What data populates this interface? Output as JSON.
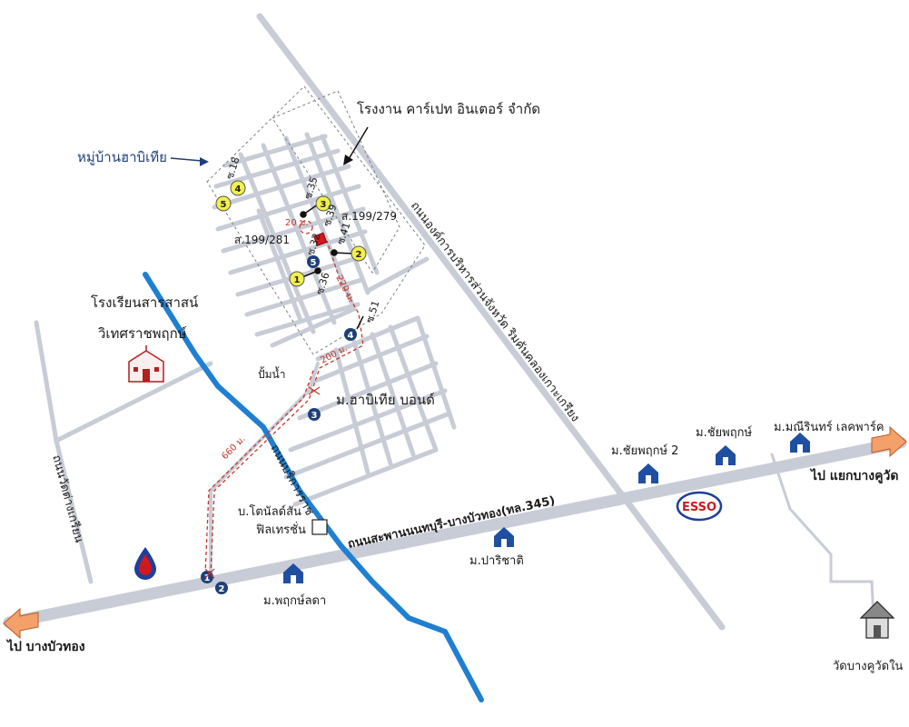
{
  "labels": {
    "factory": "โรงงาน คาร์เปท อินเตอร์ จำกัด",
    "village_habitia": "หมู่บ้านฮาบิเทีย",
    "school_line1": "โรงเรียนสารสาสน์",
    "school_line2": "วิเทศราชพฤกษ์",
    "habitia_bond": "ม.ฮาบิเทีย บอนด์",
    "pom_nam": "ปั้มน้ำ",
    "company_line1": "บ.โตนัลด์สัน",
    "company_line2": "ฟิลเทรชั่น",
    "chaiyapruek2": "ม.ชัยพฤกษ์ 2",
    "chaiyapruek": "ม.ชัยพฤกษ์",
    "manirin": "ม.มณีรินทร์ เลคพาร์ค",
    "parichat": "ม.ปาริชาติ",
    "pruklada": "ม.พฤกษ์ลดา",
    "temple": "วัดบางคูวัดใน",
    "to_bangbuathong": "ไป บางบัวทอง",
    "to_bangkuwat": "ไป แยกบางคูวัด",
    "esso": "ESSO"
  },
  "roads": {
    "main": "ถนนสะพานนนทบุรี-บางบัวทอง(ทล.345)",
    "provincial": "ถนนองค์การบริหารส่วนจังหวัด ริมคันคลองเกาะเกรียง",
    "wat_prakiang": "ถนนวัดต่างเกรียน",
    "canal_road": "ถนนบริการราช"
  },
  "sois": {
    "s18": "ซ.18",
    "s35": "ซ.35",
    "s39": "ซ.39",
    "s41": "ซ.41",
    "s32": "ซ.32",
    "s36": "ซ.36",
    "s51": "ซ.51"
  },
  "plots": {
    "p279": "ส.199/279",
    "p281": "ส.199/281"
  },
  "distances": {
    "d20": "20 ม.",
    "d220": "220 ม.",
    "d200": "200 ม.",
    "d660": "660 ม."
  },
  "yellow_markers": [
    "1",
    "2",
    "3",
    "4",
    "5"
  ],
  "blue_markers": [
    "1",
    "2",
    "3",
    "4",
    "5"
  ],
  "colors": {
    "road": "#c8ccd6",
    "canal": "#1f7fd1",
    "route": "#c0392b",
    "yellow_marker": "#f2f04a",
    "house": "#1f4fa0",
    "arrow": "#f4a06a",
    "esso_red": "#d0191f"
  }
}
